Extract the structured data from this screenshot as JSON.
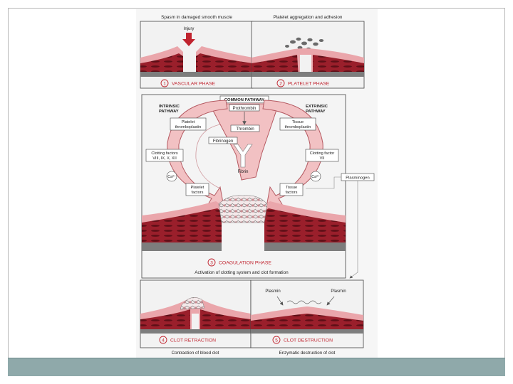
{
  "figure": {
    "panel1": {
      "caption": "Spasm in damaged smooth muscle",
      "arrow_label": "Injury",
      "number": "1",
      "phase": "VASCULAR PHASE"
    },
    "panel2": {
      "caption": "Platelet aggregation and adhesion",
      "number": "2",
      "phase": "PLATELET PHASE"
    },
    "panel3": {
      "number": "3",
      "phase": "COAGULATION PHASE",
      "caption": "Activation of clotting system and clot formation",
      "common_pathway": "COMMON PATHWAY",
      "intrinsic_line1": "INTRINSIC",
      "intrinsic_line2": "PATHWAY",
      "extrinsic_line1": "EXTRINSIC",
      "extrinsic_line2": "PATHWAY",
      "prothrombin": "Prothrombin",
      "thrombin": "Thrombin",
      "fibrinogen": "Fibrinogen",
      "fibrin": "Fibrin",
      "platelet_thrombo_1": "Platelet",
      "platelet_thrombo_2": "thromboplastin",
      "tissue_thrombo_1": "Tissue",
      "tissue_thrombo_2": "thromboplastin",
      "clot_factors_left_1": "Clotting factors",
      "clot_factors_left_2": "VIII, IX, X, XII",
      "clot_factors_right_1": "Clotting factor",
      "clot_factors_right_2": "VII",
      "calcium": "Ca²⁺",
      "platelet_factors_1": "Platelet",
      "platelet_factors_2": "factors",
      "tissue_factors_1": "Tissue",
      "tissue_factors_2": "factors",
      "plasminogen": "Plasminogen"
    },
    "panel4": {
      "number": "4",
      "phase": "CLOT RETRACTION",
      "caption": "Contraction of blood clot"
    },
    "panel5": {
      "number": "5",
      "phase": "CLOT DESTRUCTION",
      "plasmin": "Plasmin",
      "caption": "Enzymatic destruction of clot"
    }
  },
  "colors": {
    "frame": "#b7b7b7",
    "footer": "#8fa9aa",
    "tissue_dark": "#8b1a26",
    "tissue_mid": "#c24a55",
    "tissue_light": "#eaa6ab",
    "pathway_pink": "#f2c1c3",
    "pathway_stroke": "#b55a62",
    "accent_red": "#c0232e"
  }
}
